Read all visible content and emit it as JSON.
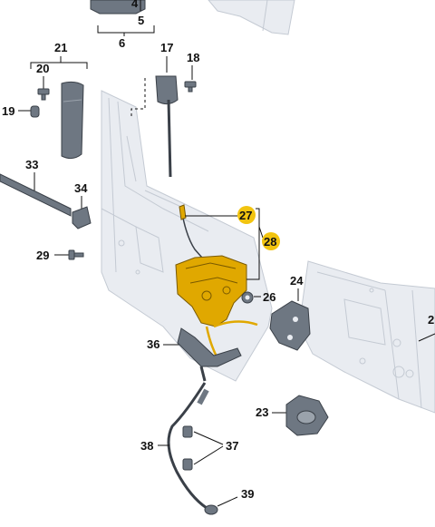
{
  "labels": {
    "p4": "4",
    "p5": "5",
    "p6": "6",
    "p17": "17",
    "p18": "18",
    "p19": "19",
    "p20": "20",
    "p21": "21",
    "p23": "23",
    "p24": "24",
    "p26": "26",
    "p27": "27",
    "p28": "28",
    "p29": "29",
    "p33": "33",
    "p34": "34",
    "p36": "36",
    "p37": "37",
    "p38": "38",
    "p39": "39",
    "p2_partial": "2"
  },
  "colors": {
    "highlight": "#f2c40f",
    "lock_body": "#e0a800",
    "panel": "#e9ecf1",
    "part_grey": "#6e7782"
  }
}
